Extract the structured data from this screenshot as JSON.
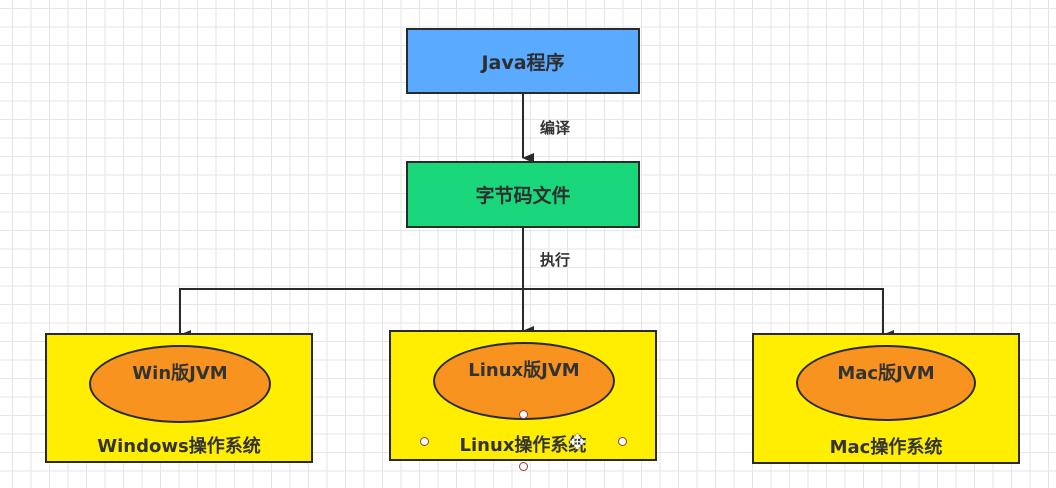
{
  "diagram": {
    "nodes": {
      "java_program": {
        "label": "Java程序",
        "fill": "#5aabff"
      },
      "bytecode": {
        "label": "字节码文件",
        "fill": "#19d77a"
      },
      "windows": {
        "os_label": "Windows操作系统",
        "jvm_label": "Win版JVM",
        "fill": "#ffee00"
      },
      "linux": {
        "os_label": "Linux操作系统",
        "jvm_label": "Linux版JVM",
        "fill": "#ffee00"
      },
      "mac": {
        "os_label": "Mac操作系统",
        "jvm_label": "Mac版JVM",
        "fill": "#ffee00"
      }
    },
    "edges": {
      "compile": {
        "label": "编译",
        "from": "java_program",
        "to": "bytecode"
      },
      "execute": {
        "label": "执行",
        "from": "bytecode",
        "to": [
          "windows",
          "linux",
          "mac"
        ]
      }
    },
    "jvm_fill": "#f7931e",
    "selected_node": "linux"
  }
}
